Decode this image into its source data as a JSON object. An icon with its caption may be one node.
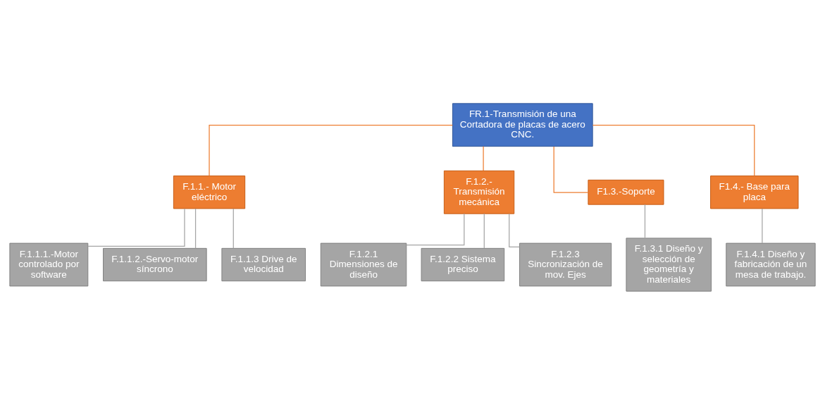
{
  "diagram": {
    "nodes": [
      {
        "text": [
          "FR.1-Transmisión de una Cortadora de placas de acero CNC."
        ]
      },
      {
        "text": [
          "F.1.1.- Motor eléctrico"
        ]
      },
      {
        "text": [
          "F.1.2.- Transmisión mecánica"
        ]
      },
      {
        "text": [
          "F1.3.-Soporte"
        ]
      },
      {
        "text": [
          "F1.4.- Base para placa"
        ]
      },
      {
        "text": [
          "F.1.1.1.-Motor controlado por software"
        ]
      },
      {
        "text": [
          "F.1.1.2.-Servo-motor síncrono"
        ]
      },
      {
        "text": [
          "F.1.1.3 Drive de velocidad"
        ]
      },
      {
        "text": [
          "F.1.2.1 Dimensiones de diseño"
        ]
      },
      {
        "text": [
          "F.1.2.2 Sistema preciso"
        ]
      },
      {
        "text": [
          "F.1.2.3 Sincronización de mov. Ejes"
        ]
      },
      {
        "text": [
          "F.1.3.1 Diseño y selección de geometría y materiales"
        ]
      },
      {
        "text": [
          "F.1.4.1 Diseño y fabricación de un mesa de trabajo."
        ]
      }
    ],
    "edges": [
      {
        "from": 0,
        "to": 1,
        "arrow": "none",
        "color": "#ed7d31"
      },
      {
        "from": 0,
        "to": 2,
        "arrow": "none",
        "color": "#ed7d31"
      },
      {
        "from": 0,
        "to": 3,
        "arrow": "none",
        "color": "#ed7d31"
      },
      {
        "from": 0,
        "to": 4,
        "arrow": "none",
        "color": "#ed7d31"
      },
      {
        "from": 1,
        "to": 5,
        "arrow": "none"
      },
      {
        "from": 1,
        "to": 6,
        "arrow": "none"
      },
      {
        "from": 1,
        "to": 7,
        "arrow": "none"
      },
      {
        "from": 2,
        "to": 8,
        "arrow": "none"
      },
      {
        "from": 2,
        "to": 9,
        "arrow": "none"
      },
      {
        "from": 2,
        "to": 10,
        "arrow": "none"
      },
      {
        "from": 3,
        "to": 11,
        "arrow": "none"
      },
      {
        "from": 4,
        "to": 12,
        "arrow": "none"
      }
    ]
  }
}
